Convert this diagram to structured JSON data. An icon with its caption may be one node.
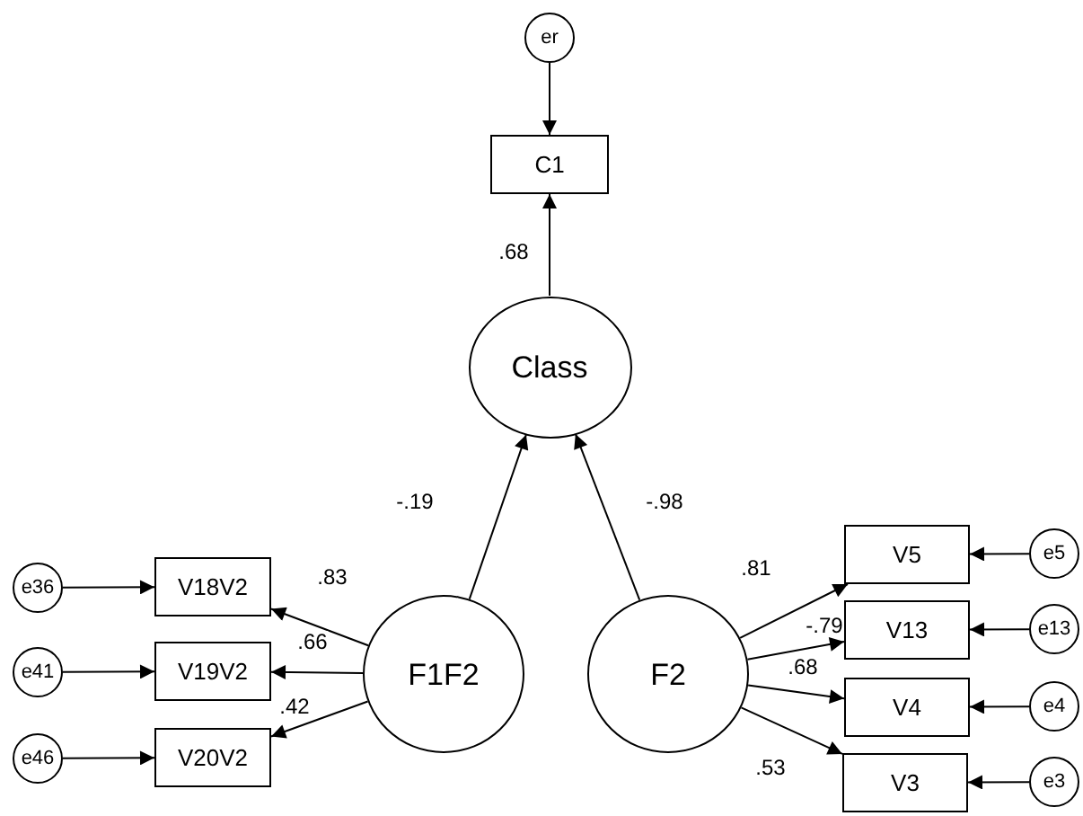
{
  "diagram": {
    "nodes": [
      {
        "text": [
          "er"
        ]
      },
      {
        "text": [
          "C1"
        ]
      },
      {
        "text": [
          "Class"
        ]
      },
      {
        "text": [
          "e36"
        ]
      },
      {
        "text": [
          "V18V2"
        ]
      },
      {
        "text": [
          "F1F2"
        ]
      },
      {
        "text": [
          "F2"
        ]
      },
      {
        "text": [
          "V5"
        ]
      },
      {
        "text": [
          "e5"
        ]
      },
      {
        "text": [
          "V13"
        ]
      },
      {
        "text": [
          "e13"
        ]
      },
      {
        "text": [
          "e41"
        ]
      },
      {
        "text": [
          "V19V2"
        ]
      },
      {
        "text": [
          "V4"
        ]
      },
      {
        "text": [
          "e4"
        ]
      },
      {
        "text": [
          "e46"
        ]
      },
      {
        "text": [
          "V20V2"
        ]
      },
      {
        "text": [
          "V3"
        ]
      },
      {
        "text": [
          "e3"
        ]
      }
    ],
    "edges": [
      {
        "from": 0,
        "to": 1,
        "arrow": "to"
      },
      {
        "from": 2,
        "to": 1,
        "arrow": "to",
        "label": ".68"
      },
      {
        "from": 5,
        "to": 2,
        "arrow": "to",
        "label": "-.19"
      },
      {
        "from": 6,
        "to": 2,
        "arrow": "to",
        "label": "-.98"
      },
      {
        "from": 3,
        "to": 4,
        "arrow": "to"
      },
      {
        "from": 11,
        "to": 12,
        "arrow": "to"
      },
      {
        "from": 15,
        "to": 16,
        "arrow": "to"
      },
      {
        "from": 5,
        "to": 4,
        "arrow": "to",
        "label": ".83"
      },
      {
        "from": 5,
        "to": 12,
        "arrow": "to",
        "label": ".66"
      },
      {
        "from": 5,
        "to": 16,
        "arrow": "to",
        "label": ".42"
      },
      {
        "from": 6,
        "to": 7,
        "arrow": "to",
        "label": ".81"
      },
      {
        "from": 6,
        "to": 9,
        "arrow": "to",
        "label": "-.79"
      },
      {
        "from": 6,
        "to": 13,
        "arrow": "to",
        "label": ".68"
      },
      {
        "from": 6,
        "to": 17,
        "arrow": "to",
        "label": ".53"
      },
      {
        "from": 8,
        "to": 7,
        "arrow": "to"
      },
      {
        "from": 10,
        "to": 9,
        "arrow": "to"
      },
      {
        "from": 14,
        "to": 13,
        "arrow": "to"
      },
      {
        "from": 18,
        "to": 17,
        "arrow": "to"
      }
    ]
  }
}
